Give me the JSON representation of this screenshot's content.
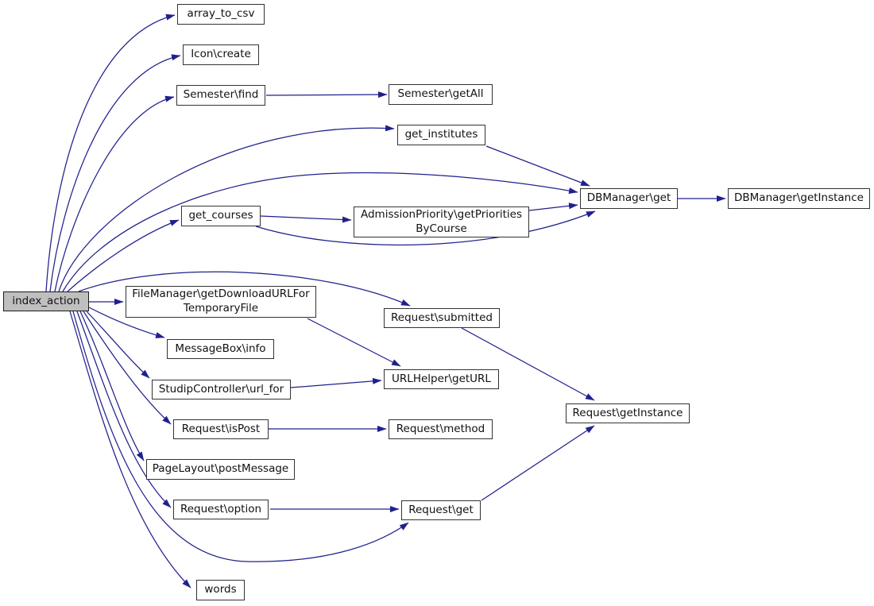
{
  "colors": {
    "background": "#ffffff",
    "edge": "#20208d",
    "node_border": "#333333",
    "node_fill": "#ffffff",
    "root_fill": "#bfbfbf"
  },
  "nodes": {
    "index_action": {
      "label": "index_action"
    },
    "array_to_csv": {
      "label": "array_to_csv"
    },
    "icon_create": {
      "label": "Icon\\create"
    },
    "semester_find": {
      "label": "Semester\\find"
    },
    "semester_getall": {
      "label": "Semester\\getAll"
    },
    "get_institutes": {
      "label": "get_institutes"
    },
    "get_courses": {
      "label": "get_courses"
    },
    "admission_priorities": {
      "label": "AdmissionPriority\\getPriorities\nByCourse"
    },
    "dbmanager_get": {
      "label": "DBManager\\get"
    },
    "dbmanager_getinstance": {
      "label": "DBManager\\getInstance"
    },
    "filemanager_getdownloadurl": {
      "label": "FileManager\\getDownloadURLFor\nTemporaryFile"
    },
    "request_submitted": {
      "label": "Request\\submitted"
    },
    "messagebox_info": {
      "label": "MessageBox\\info"
    },
    "studipcontroller_url_for": {
      "label": "StudipController\\url_for"
    },
    "urlhelper_geturl": {
      "label": "URLHelper\\getURL"
    },
    "request_ispost": {
      "label": "Request\\isPost"
    },
    "request_method": {
      "label": "Request\\method"
    },
    "pagelayout_postmessage": {
      "label": "PageLayout\\postMessage"
    },
    "request_option": {
      "label": "Request\\option"
    },
    "request_get": {
      "label": "Request\\get"
    },
    "request_getinstance": {
      "label": "Request\\getInstance"
    },
    "words": {
      "label": "words"
    }
  },
  "edges": [
    {
      "from": "index_action",
      "to": "array_to_csv"
    },
    {
      "from": "index_action",
      "to": "icon_create"
    },
    {
      "from": "index_action",
      "to": "semester_find"
    },
    {
      "from": "index_action",
      "to": "get_institutes"
    },
    {
      "from": "index_action",
      "to": "dbmanager_get"
    },
    {
      "from": "index_action",
      "to": "get_courses"
    },
    {
      "from": "index_action",
      "to": "filemanager_getdownloadurl"
    },
    {
      "from": "index_action",
      "to": "request_submitted"
    },
    {
      "from": "index_action",
      "to": "messagebox_info"
    },
    {
      "from": "index_action",
      "to": "studipcontroller_url_for"
    },
    {
      "from": "index_action",
      "to": "request_ispost"
    },
    {
      "from": "index_action",
      "to": "pagelayout_postmessage"
    },
    {
      "from": "index_action",
      "to": "request_option"
    },
    {
      "from": "index_action",
      "to": "request_get"
    },
    {
      "from": "index_action",
      "to": "words"
    },
    {
      "from": "semester_find",
      "to": "semester_getall"
    },
    {
      "from": "get_institutes",
      "to": "dbmanager_get"
    },
    {
      "from": "get_courses",
      "to": "admission_priorities"
    },
    {
      "from": "get_courses",
      "to": "dbmanager_get"
    },
    {
      "from": "admission_priorities",
      "to": "dbmanager_get"
    },
    {
      "from": "dbmanager_get",
      "to": "dbmanager_getinstance"
    },
    {
      "from": "filemanager_getdownloadurl",
      "to": "urlhelper_geturl"
    },
    {
      "from": "studipcontroller_url_for",
      "to": "urlhelper_geturl"
    },
    {
      "from": "request_submitted",
      "to": "request_getinstance"
    },
    {
      "from": "request_ispost",
      "to": "request_method"
    },
    {
      "from": "request_option",
      "to": "request_get"
    },
    {
      "from": "request_get",
      "to": "request_getinstance"
    }
  ]
}
